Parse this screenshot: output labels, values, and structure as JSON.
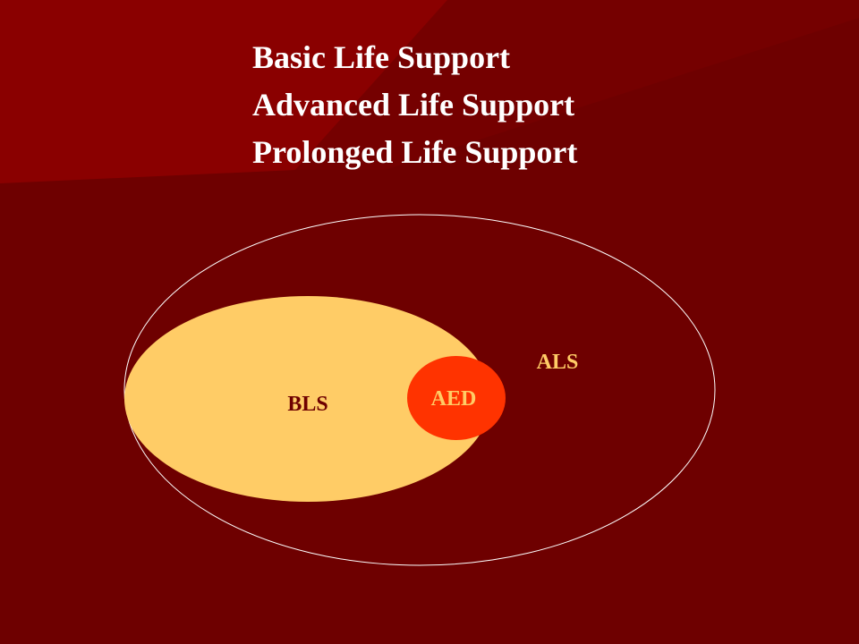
{
  "slide": {
    "title_lines": [
      "Basic Life Support",
      "Advanced Life Support",
      "Prolonged Life Support"
    ]
  },
  "diagram": {
    "outer_label": "ALS",
    "inner_label": "BLS",
    "center_label": "AED"
  },
  "colors": {
    "background": "#6e0000",
    "background_highlight": "#8a0000",
    "title_text": "#ffffff",
    "outer_ellipse_stroke": "#ffffff",
    "bls_fill": "#ffcc66",
    "aed_fill": "#ff3300",
    "label_text": "#ffcc66"
  }
}
